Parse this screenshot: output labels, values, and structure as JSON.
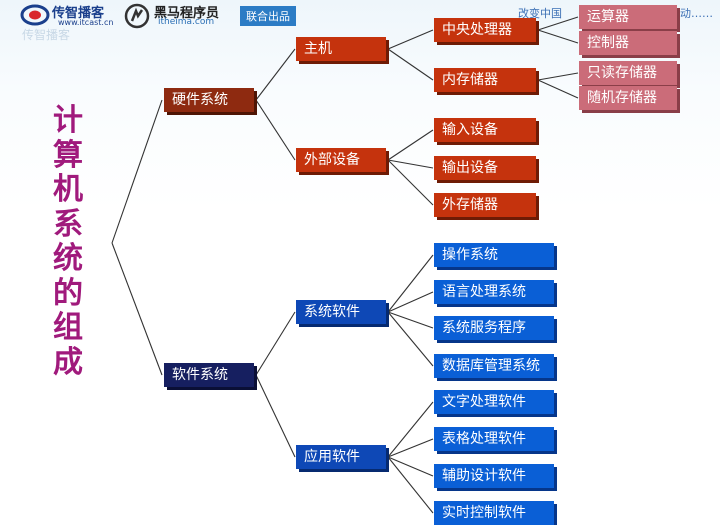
{
  "header": {
    "brand1_name": "传智播客",
    "brand1_url": "www.itcast.cn",
    "brand2_name": "黑马程序员",
    "brand2_url": "itheima.com",
    "joint_label": "联合出品",
    "slogan": "改变中国",
    "slogan_tail": "动……",
    "watermark": "传智播客"
  },
  "title": "计算机系统的组成",
  "colors": {
    "title": "#a01a7c",
    "hardware_root": "#8e2a10",
    "hardware_leaf": "#c5330d",
    "memory_leaf": "#cb6c79",
    "software_root": "#161f60",
    "software_branch": "#0e48b6",
    "software_leaf": "#0a5fd6",
    "connector": "#333333"
  },
  "tree": {
    "hardware": {
      "label": "硬件系统",
      "host": {
        "label": "主机",
        "cpu": {
          "label": "中央处理器",
          "parts": [
            "运算器",
            "控制器"
          ]
        },
        "memory": {
          "label": "内存储器",
          "parts": [
            "只读存储器",
            "随机存储器"
          ]
        }
      },
      "peripheral": {
        "label": "外部设备",
        "items": [
          "输入设备",
          "输出设备",
          "外存储器"
        ]
      }
    },
    "software": {
      "label": "软件系统",
      "system": {
        "label": "系统软件",
        "items": [
          "操作系统",
          "语言处理系统",
          "系统服务程序",
          "数据库管理系统"
        ]
      },
      "application": {
        "label": "应用软件",
        "items": [
          "文字处理软件",
          "表格处理软件",
          "辅助设计软件",
          "实时控制软件"
        ]
      }
    }
  }
}
